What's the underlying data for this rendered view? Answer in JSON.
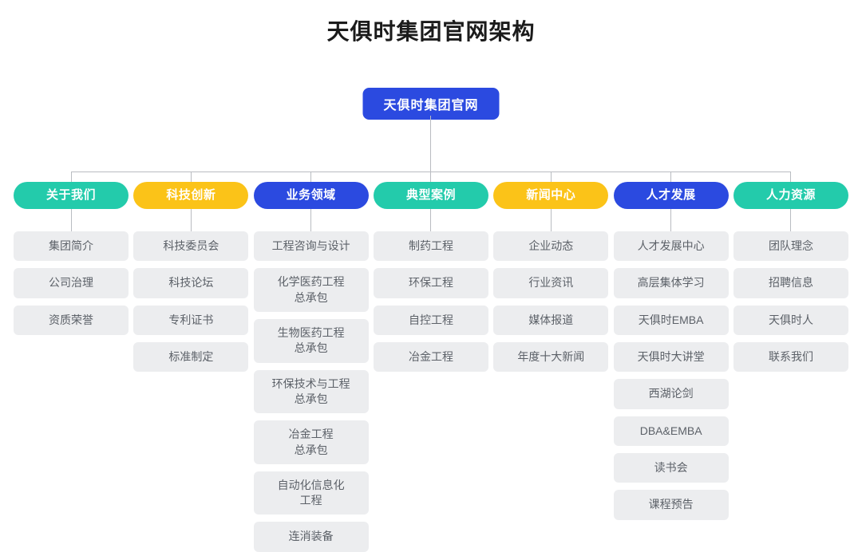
{
  "title": "天俱时集团官网架构",
  "root": {
    "label": "天俱时集团官网",
    "color": "#2b4ae0"
  },
  "colors": {
    "teal": "#23cbab",
    "yellow": "#fbc318",
    "blue": "#2b4ae0",
    "item_bg": "#ecedef",
    "item_text": "#5c6168",
    "connector": "#b9bcc1",
    "background": "#ffffff",
    "title_text": "#1b1b1b"
  },
  "chart_data": {
    "type": "diagram",
    "subtype": "organizational-tree",
    "title": "天俱时集团官网架构",
    "root": "天俱时集团官网",
    "levels": 3,
    "branch_count": 7,
    "branches": [
      {
        "label": "关于我们",
        "color": "#23cbab",
        "color_name": "teal",
        "children": [
          "集团简介",
          "公司治理",
          "资质荣誉"
        ]
      },
      {
        "label": "科技创新",
        "color": "#fbc318",
        "color_name": "yellow",
        "children": [
          "科技委员会",
          "科技论坛",
          "专利证书",
          "标准制定"
        ]
      },
      {
        "label": "业务领域",
        "color": "#2b4ae0",
        "color_name": "blue",
        "children": [
          "工程咨询与设计",
          "化学医药工程总承包",
          "生物医药工程总承包",
          "环保技术与工程总承包",
          "冶金工程总承包",
          "自动化信息化工程",
          "连消装备"
        ]
      },
      {
        "label": "典型案例",
        "color": "#23cbab",
        "color_name": "teal",
        "children": [
          "制药工程",
          "环保工程",
          "自控工程",
          "冶金工程"
        ]
      },
      {
        "label": "新闻中心",
        "color": "#fbc318",
        "color_name": "yellow",
        "children": [
          "企业动态",
          "行业资讯",
          "媒体报道",
          "年度十大新闻"
        ]
      },
      {
        "label": "人才发展",
        "color": "#2b4ae0",
        "color_name": "blue",
        "children": [
          "人才发展中心",
          "高层集体学习",
          "天俱时EMBA",
          "天俱时大讲堂",
          "西湖论剑",
          "DBA&EMBA",
          "读书会",
          "课程预告"
        ]
      },
      {
        "label": "人力资源",
        "color": "#23cbab",
        "color_name": "teal",
        "children": [
          "团队理念",
          "招聘信息",
          "天俱时人",
          "联系我们"
        ]
      }
    ]
  },
  "columns": [
    {
      "header": "关于我们",
      "style": "teal",
      "items": [
        {
          "line1": "集团简介",
          "line2": ""
        },
        {
          "line1": "公司治理",
          "line2": ""
        },
        {
          "line1": "资质荣誉",
          "line2": ""
        }
      ]
    },
    {
      "header": "科技创新",
      "style": "yellow",
      "items": [
        {
          "line1": "科技委员会",
          "line2": ""
        },
        {
          "line1": "科技论坛",
          "line2": ""
        },
        {
          "line1": "专利证书",
          "line2": ""
        },
        {
          "line1": "标准制定",
          "line2": ""
        }
      ]
    },
    {
      "header": "业务领域",
      "style": "blue",
      "items": [
        {
          "line1": "工程咨询与设计",
          "line2": ""
        },
        {
          "line1": "化学医药工程",
          "line2": "总承包"
        },
        {
          "line1": "生物医药工程",
          "line2": "总承包"
        },
        {
          "line1": "环保技术与工程",
          "line2": "总承包"
        },
        {
          "line1": "冶金工程",
          "line2": "总承包"
        },
        {
          "line1": "自动化信息化",
          "line2": "工程"
        },
        {
          "line1": "连消装备",
          "line2": ""
        }
      ]
    },
    {
      "header": "典型案例",
      "style": "teal",
      "items": [
        {
          "line1": "制药工程",
          "line2": ""
        },
        {
          "line1": "环保工程",
          "line2": ""
        },
        {
          "line1": "自控工程",
          "line2": ""
        },
        {
          "line1": "冶金工程",
          "line2": ""
        }
      ]
    },
    {
      "header": "新闻中心",
      "style": "yellow",
      "items": [
        {
          "line1": "企业动态",
          "line2": ""
        },
        {
          "line1": "行业资讯",
          "line2": ""
        },
        {
          "line1": "媒体报道",
          "line2": ""
        },
        {
          "line1": "年度十大新闻",
          "line2": ""
        }
      ]
    },
    {
      "header": "人才发展",
      "style": "blue",
      "items": [
        {
          "line1": "人才发展中心",
          "line2": ""
        },
        {
          "line1": "高层集体学习",
          "line2": ""
        },
        {
          "line1": "天俱时EMBA",
          "line2": ""
        },
        {
          "line1": "天俱时大讲堂",
          "line2": ""
        },
        {
          "line1": "西湖论剑",
          "line2": ""
        },
        {
          "line1": "DBA&EMBA",
          "line2": ""
        },
        {
          "line1": "读书会",
          "line2": ""
        },
        {
          "line1": "课程预告",
          "line2": ""
        }
      ]
    },
    {
      "header": "人力资源",
      "style": "teal",
      "items": [
        {
          "line1": "团队理念",
          "line2": ""
        },
        {
          "line1": "招聘信息",
          "line2": ""
        },
        {
          "line1": "天俱时人",
          "line2": ""
        },
        {
          "line1": "联系我们",
          "line2": ""
        }
      ]
    }
  ]
}
